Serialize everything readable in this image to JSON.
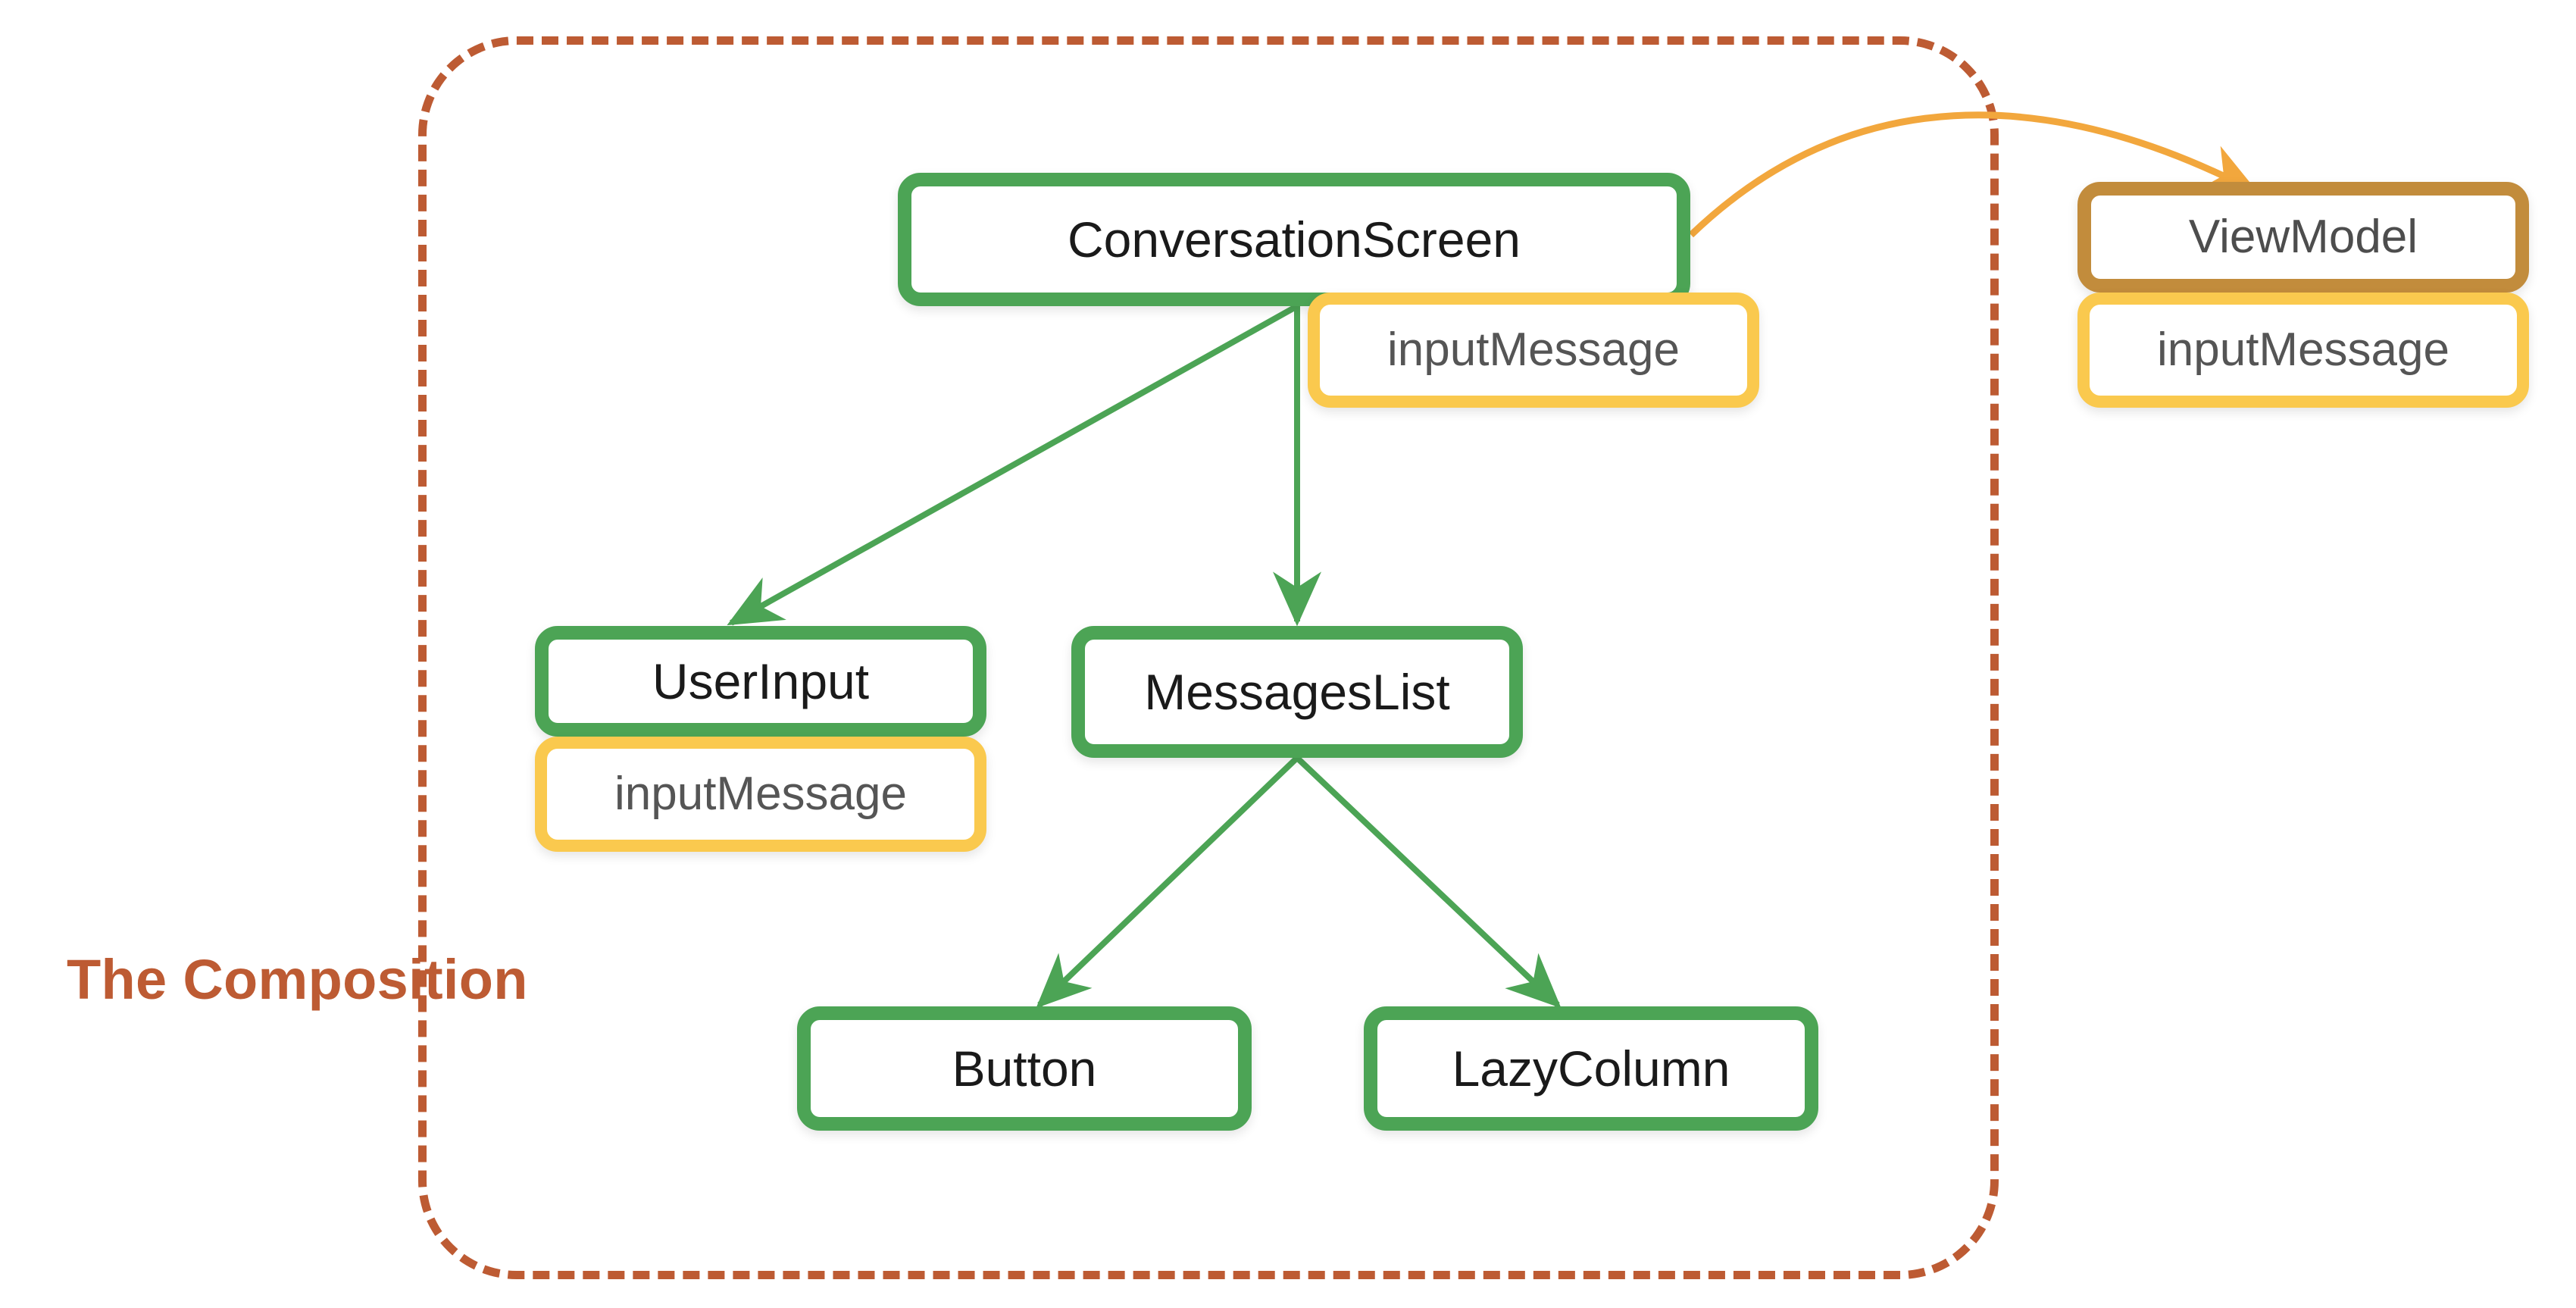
{
  "diagram": {
    "title": "The Composition",
    "background": "#ffffff",
    "colors": {
      "composable_border": "#4CA455",
      "state_border": "#FAC94E",
      "viewmodel_border": "#C28C3C",
      "boundary_dashed": "#BD5B33",
      "state_arrow": "#F2A73D",
      "composable_text": "#1a1a1a",
      "state_text": "#555555",
      "viewmodel_text": "#4d4d4d"
    }
  },
  "boundary": {
    "label": "The Composition"
  },
  "nodes": {
    "conversation_screen": {
      "label": "ConversationScreen",
      "kind": "composable"
    },
    "conversation_screen_state": {
      "label": "inputMessage",
      "kind": "state"
    },
    "user_input": {
      "label": "UserInput",
      "kind": "composable"
    },
    "user_input_state": {
      "label": "inputMessage",
      "kind": "state"
    },
    "messages_list": {
      "label": "MessagesList",
      "kind": "composable"
    },
    "button": {
      "label": "Button",
      "kind": "composable"
    },
    "lazy_column": {
      "label": "LazyColumn",
      "kind": "composable"
    },
    "view_model": {
      "label": "ViewModel",
      "kind": "viewmodel"
    },
    "view_model_state": {
      "label": "inputMessage",
      "kind": "state"
    }
  },
  "edges": [
    {
      "from": "conversation_screen",
      "to": "user_input",
      "color": "#4CA455"
    },
    {
      "from": "conversation_screen",
      "to": "messages_list",
      "color": "#4CA455"
    },
    {
      "from": "messages_list",
      "to": "button",
      "color": "#4CA455"
    },
    {
      "from": "messages_list",
      "to": "lazy_column",
      "color": "#4CA455"
    },
    {
      "from": "conversation_screen",
      "to": "view_model",
      "color": "#F2A73D"
    }
  ]
}
